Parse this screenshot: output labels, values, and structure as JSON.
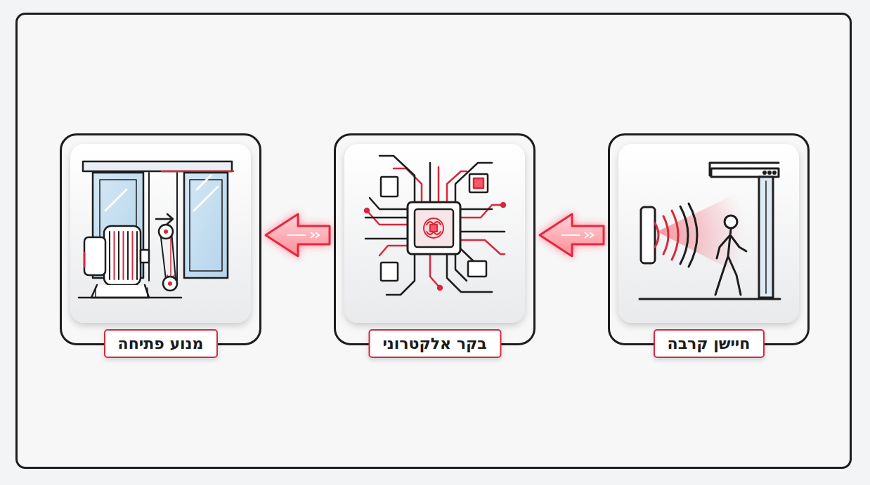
{
  "diagram": {
    "nodes": [
      {
        "text": [
          "חיישן קרבה"
        ]
      },
      {
        "text": [
          "בקר אלקטרוני"
        ]
      },
      {
        "text": [
          "מנוע פתיחה"
        ]
      }
    ],
    "edges": [
      {
        "from": 0,
        "to": 1,
        "arrow": "to"
      },
      {
        "from": 1,
        "to": 2,
        "arrow": "to"
      }
    ]
  }
}
